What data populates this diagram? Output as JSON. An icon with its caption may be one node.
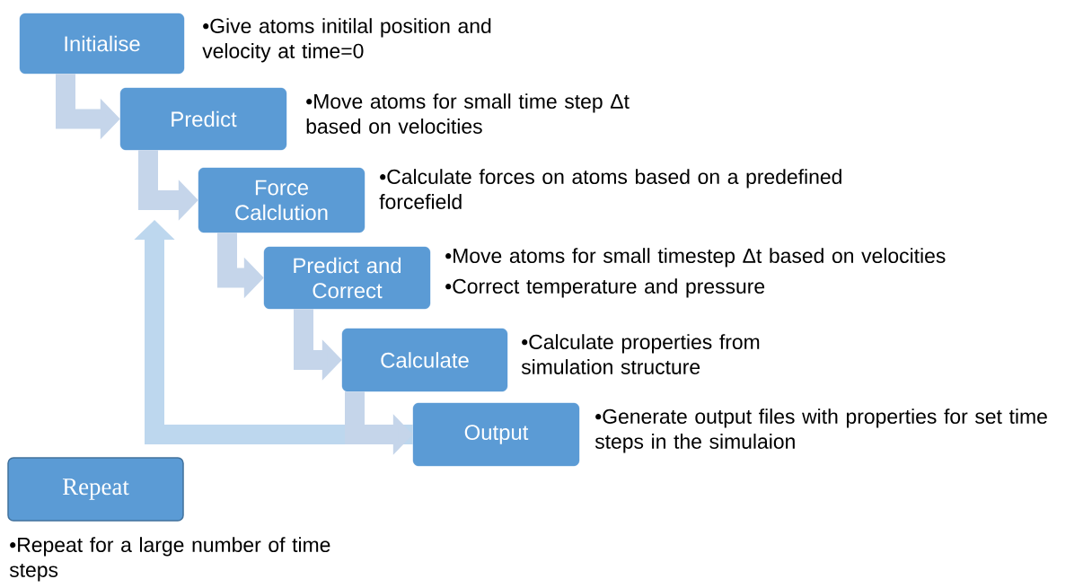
{
  "diagram": {
    "nodes": [
      {
        "text": [
          "Initialise"
        ],
        "beside": [
          "•Give atoms initilal position and velocity at time=0"
        ]
      },
      {
        "text": [
          "Predict"
        ],
        "beside": [
          "•Move atoms for small time step Δt based on velocities"
        ]
      },
      {
        "text": [
          "Force Calclution"
        ],
        "beside": [
          "•Calculate forces on atoms based on a predefined forcefield"
        ]
      },
      {
        "text": [
          "Predict and Correct"
        ],
        "beside": [
          "•Move atoms for small timestep Δt based on velocities",
          "•Correct temperature and pressure"
        ]
      },
      {
        "text": [
          "Calculate"
        ],
        "beside": [
          "•Calculate properties from simulation structure"
        ]
      },
      {
        "text": [
          "Output"
        ],
        "beside": [
          "•Generate output files with properties for set time steps in the simulaion"
        ]
      },
      {
        "text": [
          "Repeat"
        ],
        "beside": [
          "•Repeat for a large number of time steps"
        ]
      }
    ],
    "edges": [
      {
        "from": 0,
        "to": 1,
        "arrow": "to"
      },
      {
        "from": 1,
        "to": 2,
        "arrow": "to"
      },
      {
        "from": 2,
        "to": 3,
        "arrow": "to"
      },
      {
        "from": 3,
        "to": 4,
        "arrow": "to"
      },
      {
        "from": 4,
        "to": 5,
        "arrow": "to"
      },
      {
        "from": 5,
        "to": null,
        "arrow": "to",
        "color": "#bdd7ee"
      }
    ]
  }
}
